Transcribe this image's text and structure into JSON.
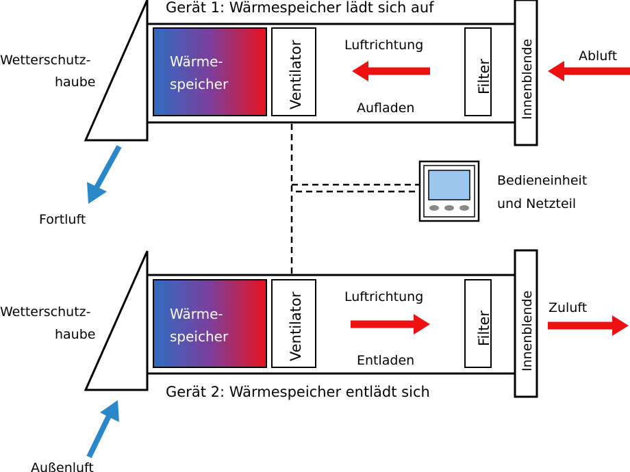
{
  "device1": {
    "title": "Gerät 1: Wärmespeicher  lädt sich auf",
    "hood_line1": "Wetterschutz-",
    "hood_line2": "haube",
    "storage_line1": "Wärme-",
    "storage_line2": "speicher",
    "fan": "Ventilator",
    "direction": "Luftrichtung",
    "mode": "Aufladen",
    "filter": "Filter",
    "panel": "Innenblende",
    "inlet": "Abluft",
    "outlet": "Fortluft"
  },
  "device2": {
    "title": "Gerät 2: Wärmespeicher  entlädt sich",
    "hood_line1": "Wetterschutz-",
    "hood_line2": "haube",
    "storage_line1": "Wärme-",
    "storage_line2": "speicher",
    "fan": "Ventilator",
    "direction": "Luftrichtung",
    "mode": "Entladen",
    "filter": "Filter",
    "panel": "Innenblende",
    "outlet": "Zuluft",
    "inlet": "Außenluft"
  },
  "control": {
    "line1": "Bedieneinheit",
    "line2": "und Netzteil"
  },
  "colors": {
    "storage_cold": "#2f6cc0",
    "storage_mid": "#7b3f9c",
    "storage_hot": "#e8121e",
    "air_warm": "#ee1111",
    "air_cold": "#2a88c8",
    "screen": "#9cc6ee"
  }
}
